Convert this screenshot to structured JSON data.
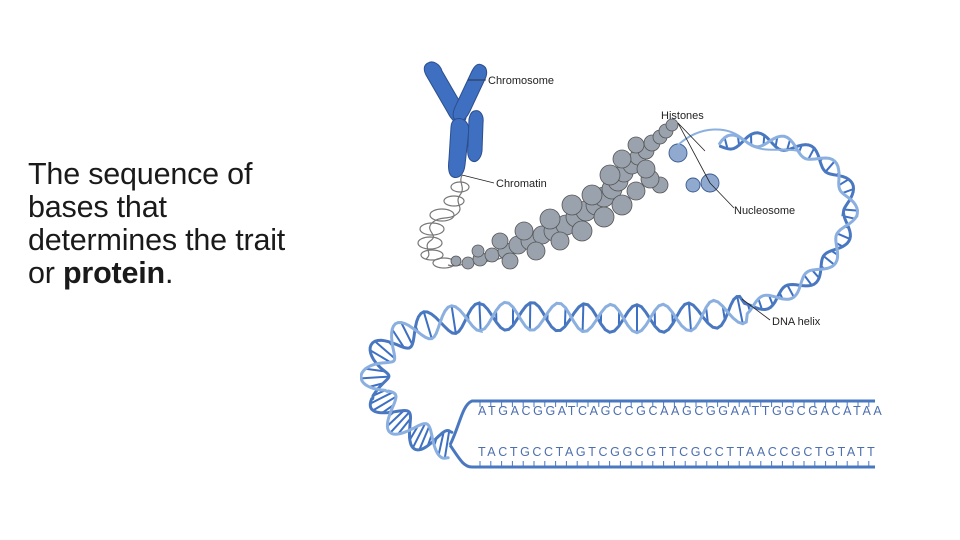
{
  "slide": {
    "text_lines": [
      "The sequence of",
      "bases that",
      "determines the trait"
    ],
    "last_line_prefix": "or ",
    "emphasis_word": "protein",
    "last_line_suffix": "."
  },
  "diagram": {
    "labels": {
      "chromosome": "Chromosome",
      "histones": "Histones",
      "chromatin": "Chromatin",
      "nucleosome": "Nucleosome",
      "dna_helix": "DNA helix"
    },
    "sequence_top": "ATGACGGATCAGCCGCAAGCGGAATTGGCGACATAA",
    "sequence_bottom": "TACTGCCTAGTCGGCGTTCGCCTTAACCGCTGTATT",
    "colors": {
      "backbone": "#4a78c0",
      "chromosome": "#3f6fc0",
      "nucleosome": "#9aa3ad",
      "base_green": "#2e9d55",
      "base_red": "#d9303e",
      "base_blue": "#3d6fc2",
      "base_black": "#222222"
    }
  }
}
